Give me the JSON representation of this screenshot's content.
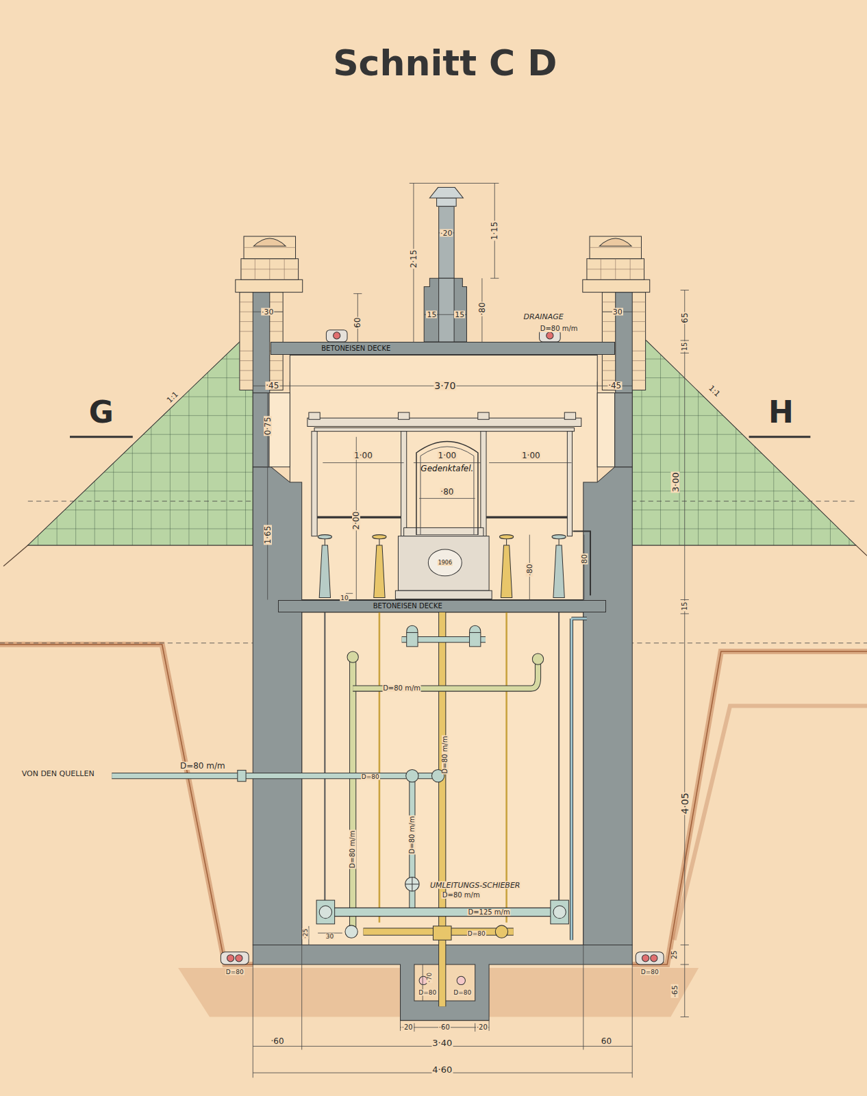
{
  "diagram": {
    "title": "Schnitt C D",
    "nodes": [
      {
        "text": [
          "BETONEISEN DECKE"
        ]
      },
      {
        "text": [
          "BETONEISEN DECKE"
        ]
      },
      {
        "text": [
          "Gedenktafel."
        ]
      }
    ],
    "labels": [
      "G",
      "H",
      "1:1",
      "1:1",
      "DRAINAGE",
      "D=80 m/m",
      "2·15",
      "1·15",
      "·20",
      "·80",
      "15",
      "15",
      "60",
      "·30",
      "30",
      "65",
      "15",
      "·45",
      "·45",
      "3·70",
      "0·75",
      "3·00",
      "1·00",
      "1·00",
      "1·00",
      "·80",
      "2·00",
      "1906",
      "·80",
      "80",
      "1·65",
      "10",
      "15",
      "4·05",
      "D=80 m/m",
      "VON DEN QUELLEN",
      "D=80 m/m",
      "D=80",
      "D=80 m/m",
      "D=80 m/m",
      "D=80 m/m",
      "UMLEITUNGS-SCHIEBER",
      "D=80 m/m",
      "D=125 m/m",
      "·25",
      "30",
      "D=80",
      "·70",
      "D=80",
      "D=80",
      "D=80",
      "D=80",
      "25",
      "·65",
      "·20",
      "·60",
      "·20",
      "·60",
      "3·40",
      "60",
      "4·60"
    ]
  }
}
